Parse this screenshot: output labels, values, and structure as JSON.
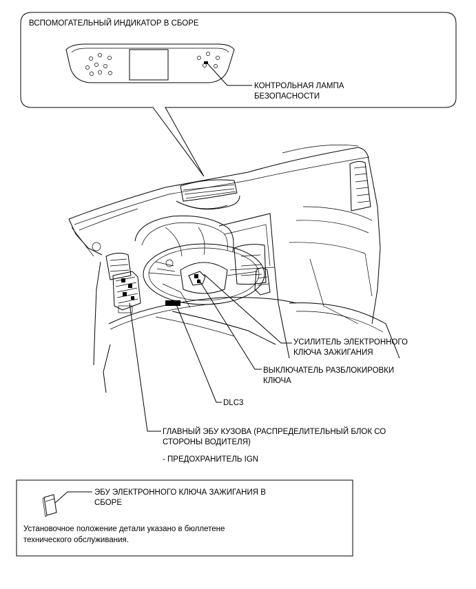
{
  "top_box": {
    "title": "ВСПОМОГАТЕЛЬНЫЙ ИНДИКАТОР В СБОРЕ",
    "lamp_label": [
      "КОНТРОЛЬНАЯ ЛАМПА",
      "БЕЗОПАСНОСТИ"
    ]
  },
  "labels": {
    "amplifier": [
      "УСИЛИТЕЛЬ ЭЛЕКТРОННОГО",
      "КЛЮЧА ЗАЖИГАНИЯ"
    ],
    "unlock_switch": [
      "ВЫКЛЮЧАТЕЛЬ РАЗБЛОКИРОВКИ",
      "КЛЮЧА"
    ],
    "dlc3": "DLC3",
    "main_body_ecu": [
      "ГЛАВНЫЙ ЭБУ КУЗОВА (РАСПРЕДЕЛИТЕЛЬНЫЙ БЛОК СО",
      "СТОРОНЫ ВОДИТЕЛЯ)"
    ],
    "fuse": "- ПРЕДОХРАНИТЕЛЬ IGN"
  },
  "bottom_box": {
    "ecu_label": [
      "ЭБУ ЭЛЕКТРОННОГО КЛЮЧА ЗАЖИГАНИЯ В",
      "СБОРЕ"
    ],
    "note": [
      "Установочное положение детали указано в бюллетене",
      "технического обслуживания."
    ]
  }
}
